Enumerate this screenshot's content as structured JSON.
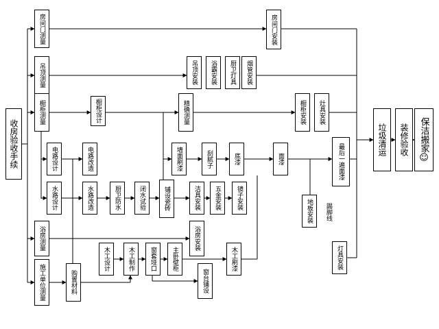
{
  "diagram": {
    "type": "flowchart",
    "nodes": {
      "shoufang": "收房验收手续",
      "fangjianmen_celiang": "房间门测量",
      "diaoding_celiang": "吊顶测量",
      "chugui_celiang": "橱柜测量",
      "dianlu_sheji": "电路设计",
      "shuilu_sheji": "水路设计",
      "yufang_celiang": "浴房测量",
      "shigong_celiang": "施工单位测量",
      "chugui_sheji": "橱柜设计",
      "dianlu_gaizao": "电路改造",
      "shuilu_gaizao": "水路改造",
      "gouzhi_cailiao": "购置材料",
      "chuwei_fangshui": "厨卫防水",
      "bishui_shiyan": "闭水试验",
      "mugong_sheji": "木工设计",
      "mugong_zhizuo": "木工制作",
      "chuangtao_yakou": "窗套垭口",
      "zhuwo_bigui": "主卧壁柜",
      "chuangtai_pushe": "窗台铺设",
      "pushe_ciju": "铺设瓷砖",
      "jingque_celiang": "精确测量",
      "qiangmian_shuaqi": "墙面刷漆",
      "jieju_anzhuang": "洁具安装",
      "wujin_anzhuang": "五金安装",
      "jingzi_anzhuang": "镜子安装",
      "yufang_anzhuang": "浴房安装",
      "guanicizi": "刮腻子",
      "diqi": "底漆",
      "mianqi": "面漆",
      "mugong_shuaqi": "木工刷漆",
      "fangjianmen_anzhuang": "房间门安装",
      "diaoding_anzhuang": "吊顶安装",
      "yuba_anzhuang": "浴霸安装",
      "chuwei_dengju": "厨卫灯具",
      "yanguan_anzhuang": "烟管安装",
      "chugui_anzhuang": "橱柜安装",
      "zaoju_anzhuang": "灶具安装",
      "diban_anzhuang": "地板安装",
      "tijiaoxian": "踢脚线",
      "zuihou_mianqi": "最后一遍面漆",
      "dengju_anzhuang": "灯具安装",
      "laji_qingyun": "垃圾清运",
      "zhuangxiu_yanshou": "装修验收",
      "baojie_banjia": "保洁搬家☺"
    },
    "edges": [
      [
        "fangjianmen_celiang",
        "fangjianmen_anzhuang"
      ],
      [
        "diaoding_celiang",
        "diaoding_anzhuang"
      ],
      [
        "chugui_celiang",
        "chugui_sheji"
      ],
      [
        "chugui_sheji",
        "jingque_celiang"
      ],
      [
        "jingque_celiang",
        "chugui_anzhuang"
      ],
      [
        "dianlu_sheji",
        "dianlu_gaizao"
      ],
      [
        "shuilu_sheji",
        "shuilu_gaizao"
      ],
      [
        "shuilu_gaizao",
        "chuwei_fangshui"
      ],
      [
        "chuwei_fangshui",
        "bishui_shiyan"
      ],
      [
        "bishui_shiyan",
        "pushe_ciju"
      ],
      [
        "pushe_ciju",
        "jieju_anzhuang"
      ],
      [
        "qiangmian_shuaqi",
        "guanicizi"
      ],
      [
        "guanicizi",
        "diqi"
      ],
      [
        "diqi",
        "mianqi"
      ],
      [
        "mianqi",
        "zuihou_mianqi"
      ],
      [
        "yufang_celiang",
        "yufang_anzhuang"
      ],
      [
        "shigong_celiang",
        "gouzhi_cailiao"
      ],
      [
        "mugong_sheji",
        "mugong_zhizuo"
      ],
      [
        "chuangtao_yakou",
        "chuangtai_pushe"
      ],
      [
        "zhuwo_bigui",
        "mugong_shuaqi"
      ],
      [
        "zuihou_mianqi",
        "laji_qingyun"
      ],
      [
        "laji_qingyun",
        "zhuangxiu_yanshou"
      ],
      [
        "zhuangxiu_yanshou",
        "baojie_banjia"
      ]
    ]
  }
}
